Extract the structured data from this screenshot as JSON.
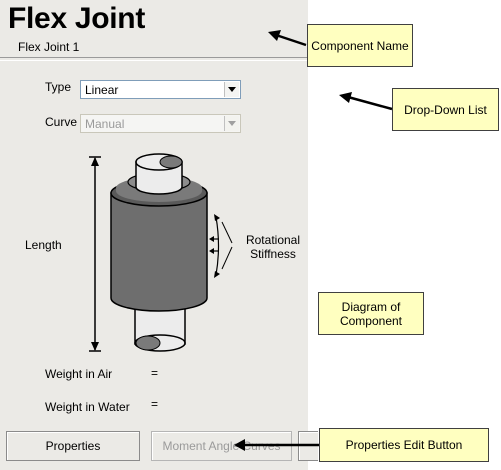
{
  "panel": {
    "title": "Flex Joint",
    "subtitle": "Flex Joint 1",
    "type_label": "Type",
    "type_value": "Linear",
    "curve_label": "Curve",
    "curve_value": "Manual",
    "length_label": "Length",
    "rotational_line1": "Rotational",
    "rotational_line2": "Stiffness",
    "weight_air_label": "Weight in Air",
    "weight_air_eq": "=",
    "weight_water_label": "Weight in Water",
    "weight_water_eq": "=",
    "properties_button": "Properties",
    "moment_button": "Moment Angle Curves"
  },
  "callouts": {
    "component_name": "Component Name",
    "dropdown_list": "Drop-Down List",
    "diagram": "Diagram of Component",
    "properties_edit": "Properties Edit Button"
  },
  "colors": {
    "panel_bg": "#ebeae6",
    "callout_bg": "#ffffc0",
    "cylinder_gray": "#6e6e6e",
    "pipe_light": "#e8e8e8"
  }
}
